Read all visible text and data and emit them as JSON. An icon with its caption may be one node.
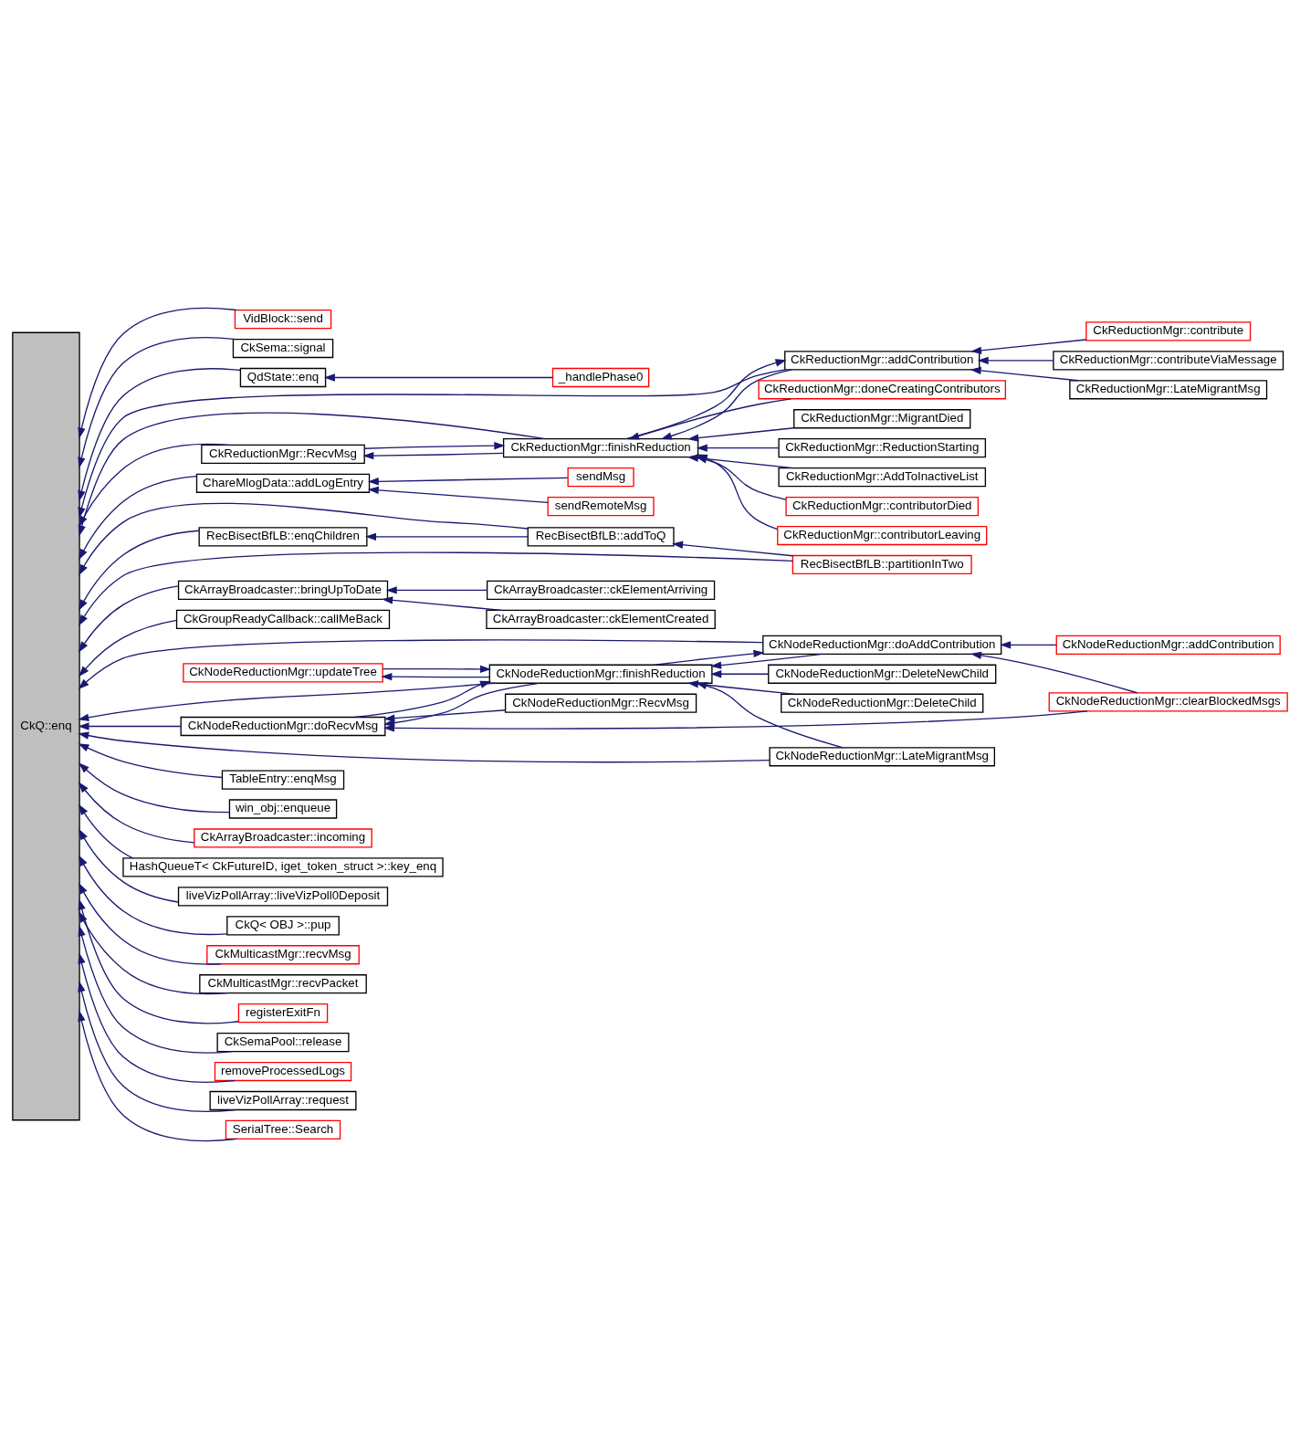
{
  "diagram": {
    "nodes": [
      {
        "text": [
          "CkQ::enq"
        ]
      },
      {
        "text": [
          "CkReductionMgr::addContribution"
        ]
      },
      {
        "text": [
          "CkReductionMgr::contribute"
        ]
      },
      {
        "text": [
          "CkReductionMgr::contributeViaMessage"
        ]
      },
      {
        "text": [
          "CkReductionMgr::LateMigrantMsg"
        ]
      },
      {
        "text": [
          "CkReductionMgr::finishReduction"
        ]
      },
      {
        "text": [
          "CkReductionMgr::AddToInactiveList"
        ]
      },
      {
        "text": [
          "CkReductionMgr::contributorDied"
        ]
      },
      {
        "text": [
          "CkReductionMgr::contributorLeaving"
        ]
      },
      {
        "text": [
          "CkReductionMgr::doneCreatingContributors"
        ]
      },
      {
        "text": [
          "CkReductionMgr::MigrantDied"
        ]
      },
      {
        "text": [
          "CkReductionMgr::ReductionStarting"
        ]
      },
      {
        "text": [
          "CkReductionMgr::RecvMsg"
        ]
      },
      {
        "text": [
          "ChareMlogData::addLogEntry"
        ]
      },
      {
        "text": [
          "sendRemoteMsg"
        ]
      },
      {
        "text": [
          "sendMsg"
        ]
      },
      {
        "text": [
          "RecBisectBfLB::addToQ"
        ]
      },
      {
        "text": [
          "RecBisectBfLB::enqChildren"
        ]
      },
      {
        "text": [
          "RecBisectBfLB::partitionInTwo"
        ]
      },
      {
        "text": [
          "CkArrayBroadcaster::bringUpToDate"
        ]
      },
      {
        "text": [
          "CkArrayBroadcaster::ckElementCreated"
        ]
      },
      {
        "text": [
          "CkArrayBroadcaster::ckElementArriving"
        ]
      },
      {
        "text": [
          "CkGroupReadyCallback::callMeBack"
        ]
      },
      {
        "text": [
          "CkNodeReductionMgr::doAddContribution"
        ]
      },
      {
        "text": [
          "CkNodeReductionMgr::addContribution"
        ]
      },
      {
        "text": [
          "CkNodeReductionMgr::finishReduction"
        ]
      },
      {
        "text": [
          "CkNodeReductionMgr::DeleteChild"
        ]
      },
      {
        "text": [
          "CkNodeReductionMgr::DeleteNewChild"
        ]
      },
      {
        "text": [
          "CkNodeReductionMgr::updateTree"
        ]
      },
      {
        "text": [
          "CkNodeReductionMgr::doRecvMsg"
        ]
      },
      {
        "text": [
          "CkNodeReductionMgr::clearBlockedMsgs"
        ]
      },
      {
        "text": [
          "CkNodeReductionMgr::RecvMsg"
        ]
      },
      {
        "text": [
          "CkNodeReductionMgr::LateMigrantMsg"
        ]
      },
      {
        "text": [
          "QdState::enq"
        ]
      },
      {
        "text": [
          "_handlePhase0"
        ]
      },
      {
        "text": [
          "TableEntry::enqMsg"
        ]
      },
      {
        "text": [
          "win_obj::enqueue"
        ]
      },
      {
        "text": [
          "CkArrayBroadcaster::incoming"
        ]
      },
      {
        "text": [
          "HashQueueT< CkFutureID, iget_token_struct >::key_enq"
        ]
      },
      {
        "text": [
          "liveVizPollArray::liveVizPoll0Deposit"
        ]
      },
      {
        "text": [
          "CkQ< OBJ >::pup"
        ]
      },
      {
        "text": [
          "CkMulticastMgr::recvMsg"
        ]
      },
      {
        "text": [
          "CkMulticastMgr::recvPacket"
        ]
      },
      {
        "text": [
          "registerExitFn"
        ]
      },
      {
        "text": [
          "CkSemaPool::release"
        ]
      },
      {
        "text": [
          "removeProcessedLogs"
        ]
      },
      {
        "text": [
          "liveVizPollArray::request"
        ]
      },
      {
        "text": [
          "SerialTree::Search"
        ]
      },
      {
        "text": [
          "VidBlock::send"
        ]
      },
      {
        "text": [
          "CkSema::signal"
        ]
      }
    ],
    "edges": [
      {
        "from": 1,
        "to": 0,
        "arrow": "to"
      },
      {
        "from": 2,
        "to": 1,
        "arrow": "to"
      },
      {
        "from": 3,
        "to": 1,
        "arrow": "to"
      },
      {
        "from": 4,
        "to": 1,
        "arrow": "to"
      },
      {
        "from": 5,
        "to": 1,
        "arrow": "to"
      },
      {
        "from": 1,
        "to": 5,
        "arrow": "to"
      },
      {
        "from": 5,
        "to": 0,
        "arrow": "to"
      },
      {
        "from": 6,
        "to": 5,
        "arrow": "to"
      },
      {
        "from": 7,
        "to": 5,
        "arrow": "to"
      },
      {
        "from": 8,
        "to": 5,
        "arrow": "to"
      },
      {
        "from": 9,
        "to": 5,
        "arrow": "to"
      },
      {
        "from": 10,
        "to": 5,
        "arrow": "to"
      },
      {
        "from": 11,
        "to": 5,
        "arrow": "to"
      },
      {
        "from": 12,
        "to": 5,
        "arrow": "to"
      },
      {
        "from": 5,
        "to": 12,
        "arrow": "to"
      },
      {
        "from": 12,
        "to": 0,
        "arrow": "to"
      },
      {
        "from": 13,
        "to": 0,
        "arrow": "to"
      },
      {
        "from": 14,
        "to": 13,
        "arrow": "to"
      },
      {
        "from": 15,
        "to": 13,
        "arrow": "to"
      },
      {
        "from": 16,
        "to": 0,
        "arrow": "to"
      },
      {
        "from": 16,
        "to": 17,
        "arrow": "to"
      },
      {
        "from": 18,
        "to": 16,
        "arrow": "to"
      },
      {
        "from": 17,
        "to": 0,
        "arrow": "to"
      },
      {
        "from": 18,
        "to": 0,
        "arrow": "to"
      },
      {
        "from": 19,
        "to": 0,
        "arrow": "to"
      },
      {
        "from": 20,
        "to": 19,
        "arrow": "to"
      },
      {
        "from": 21,
        "to": 19,
        "arrow": "to"
      },
      {
        "from": 22,
        "to": 0,
        "arrow": "to"
      },
      {
        "from": 23,
        "to": 0,
        "arrow": "to"
      },
      {
        "from": 30,
        "to": 23,
        "arrow": "to"
      },
      {
        "from": 24,
        "to": 23,
        "arrow": "to"
      },
      {
        "from": 25,
        "to": 23,
        "arrow": "to"
      },
      {
        "from": 23,
        "to": 25,
        "arrow": "to"
      },
      {
        "from": 25,
        "to": 0,
        "arrow": "to"
      },
      {
        "from": 26,
        "to": 25,
        "arrow": "to"
      },
      {
        "from": 27,
        "to": 25,
        "arrow": "to"
      },
      {
        "from": 28,
        "to": 25,
        "arrow": "to"
      },
      {
        "from": 25,
        "to": 28,
        "arrow": "to"
      },
      {
        "from": 29,
        "to": 25,
        "arrow": "to"
      },
      {
        "from": 25,
        "to": 29,
        "arrow": "to"
      },
      {
        "from": 32,
        "to": 25,
        "arrow": "to"
      },
      {
        "from": 29,
        "to": 0,
        "arrow": "to"
      },
      {
        "from": 30,
        "to": 29,
        "arrow": "to"
      },
      {
        "from": 31,
        "to": 29,
        "arrow": "to"
      },
      {
        "from": 32,
        "to": 0,
        "arrow": "to"
      },
      {
        "from": 33,
        "to": 0,
        "arrow": "to"
      },
      {
        "from": 34,
        "to": 33,
        "arrow": "to"
      },
      {
        "from": 35,
        "to": 0,
        "arrow": "to"
      },
      {
        "from": 36,
        "to": 0,
        "arrow": "to"
      },
      {
        "from": 37,
        "to": 0,
        "arrow": "to"
      },
      {
        "from": 38,
        "to": 0,
        "arrow": "to"
      },
      {
        "from": 39,
        "to": 0,
        "arrow": "to"
      },
      {
        "from": 40,
        "to": 0,
        "arrow": "to"
      },
      {
        "from": 41,
        "to": 0,
        "arrow": "to"
      },
      {
        "from": 42,
        "to": 0,
        "arrow": "to"
      },
      {
        "from": 43,
        "to": 0,
        "arrow": "to"
      },
      {
        "from": 44,
        "to": 0,
        "arrow": "to"
      },
      {
        "from": 45,
        "to": 0,
        "arrow": "to"
      },
      {
        "from": 46,
        "to": 0,
        "arrow": "to"
      },
      {
        "from": 47,
        "to": 0,
        "arrow": "to"
      },
      {
        "from": 48,
        "to": 0,
        "arrow": "to"
      },
      {
        "from": 49,
        "to": 0,
        "arrow": "to"
      }
    ]
  }
}
